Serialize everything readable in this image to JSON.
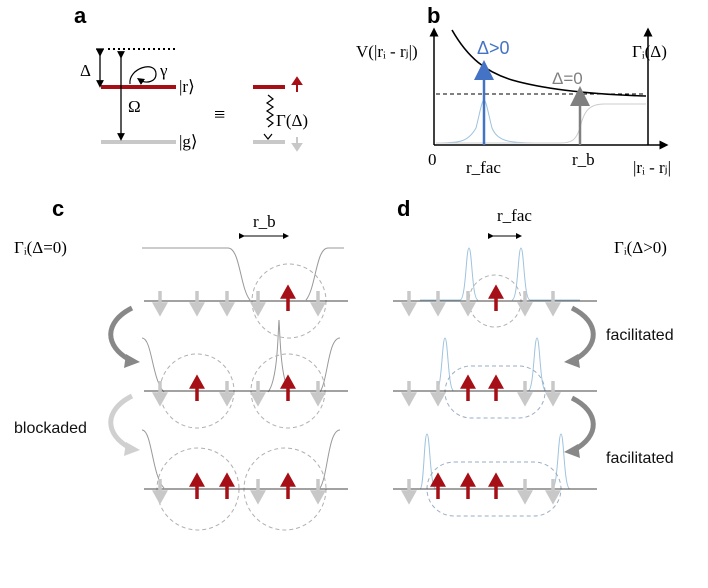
{
  "panels": {
    "a": {
      "letter": "a",
      "delta": "Δ",
      "gamma": "γ",
      "omega": "Ω",
      "ket_r": "|r⟩",
      "ket_g": "|g⟩",
      "equiv": "≡",
      "rate": "Γ(Δ)"
    },
    "b": {
      "letter": "b",
      "ylabel": "V(|rᵢ - rⱼ|)",
      "ylabel_right": "Γᵢ(Δ)",
      "xlabel": "|rᵢ - rⱼ|",
      "zero": "0",
      "r_fac": "r_fac",
      "r_b": "r_b",
      "pos_detuning": "Δ>0",
      "zero_detuning": "Δ=0"
    },
    "c": {
      "letter": "c",
      "rate_label": "Γᵢ(Δ=0)",
      "scale_label": "r_b",
      "transition_label": "blockaded",
      "rows": [
        {
          "spins": [
            "down",
            "down",
            "down",
            "down",
            "up",
            "down"
          ]
        },
        {
          "spins": [
            "down",
            "up",
            "down",
            "down",
            "up",
            "down"
          ]
        },
        {
          "spins": [
            "down",
            "up",
            "up",
            "down",
            "up",
            "down"
          ]
        }
      ]
    },
    "d": {
      "letter": "d",
      "rate_label": "Γᵢ(Δ>0)",
      "scale_label": "r_fac",
      "transition_labels": [
        "facilitated",
        "facilitated"
      ],
      "rows": [
        {
          "spins": [
            "down",
            "down",
            "down",
            "up",
            "down",
            "down"
          ]
        },
        {
          "spins": [
            "down",
            "down",
            "up",
            "up",
            "down",
            "down"
          ]
        },
        {
          "spins": [
            "down",
            "up",
            "up",
            "up",
            "down",
            "down"
          ]
        }
      ]
    }
  },
  "colors": {
    "excited": "#a50f15",
    "ground": "#c8c8c8",
    "blue": "#4472c4",
    "light_blue": "#9ec3de",
    "dashed_circle": "#b0b0b0",
    "gray_text": "#808080"
  }
}
